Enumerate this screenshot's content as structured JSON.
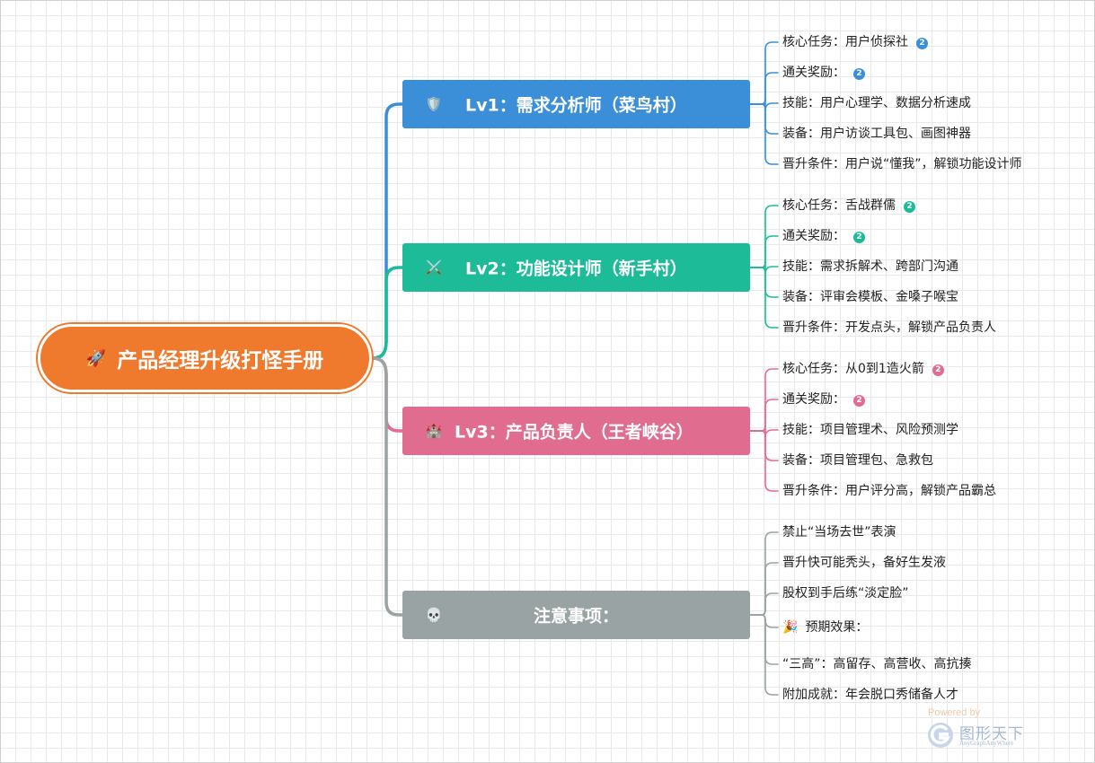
{
  "colors": {
    "root": "#ef7a2d",
    "lv1": "#3a8fd8",
    "lv2": "#1dbb98",
    "lv3": "#e06d8f",
    "notes": "#9aa3a3"
  },
  "root": {
    "icon": "rocket-icon",
    "icon_glyph": "🚀",
    "label": "产品经理升级打怪手册"
  },
  "branches": [
    {
      "id": "lv1",
      "icon": "shield-icon",
      "icon_glyph": "🛡️",
      "label": "Lv1：需求分析师（菜鸟村）",
      "items": [
        {
          "text": "核心任务：用户侦探社",
          "badge": "2"
        },
        {
          "text": "通关奖励：",
          "badge": "2"
        },
        {
          "text": "技能：用户心理学、数据分析速成"
        },
        {
          "text": "装备：用户访谈工具包、画图神器"
        },
        {
          "text": "晋升条件：用户说“懂我”，解锁功能设计师"
        }
      ]
    },
    {
      "id": "lv2",
      "icon": "crossed-swords-icon",
      "icon_glyph": "⚔️",
      "label": "Lv2：功能设计师（新手村）",
      "items": [
        {
          "text": "核心任务：舌战群儒",
          "badge": "2"
        },
        {
          "text": "通关奖励：",
          "badge": "2"
        },
        {
          "text": "技能：需求拆解术、跨部门沟通"
        },
        {
          "text": "装备：评审会模板、金嗓子喉宝"
        },
        {
          "text": "晋升条件：开发点头，解锁产品负责人"
        }
      ]
    },
    {
      "id": "lv3",
      "icon": "castle-icon",
      "icon_glyph": "🏰",
      "label": "Lv3：产品负责人（王者峡谷）",
      "items": [
        {
          "text": "核心任务：从0到1造火箭",
          "badge": "2"
        },
        {
          "text": "通关奖励：",
          "badge": "2"
        },
        {
          "text": "技能：项目管理术、风险预测学"
        },
        {
          "text": "装备：项目管理包、急救包"
        },
        {
          "text": "晋升条件：用户评分高，解锁产品霸总"
        }
      ]
    },
    {
      "id": "notes",
      "icon": "skull-icon",
      "icon_glyph": "💀",
      "label": "注意事项：",
      "items": [
        {
          "text": "禁止“当场去世”表演"
        },
        {
          "text": "晋升快可能秃头，备好生发液"
        },
        {
          "text": "股权到手后练“淡定脸”"
        },
        {
          "text": "预期效果：",
          "icon": "party-popper-icon",
          "icon_glyph": "🎉"
        },
        {
          "text": "“三高”：高留存、高营收、高抗揍"
        },
        {
          "text": "附加成就：年会脱口秀储备人才"
        }
      ]
    }
  ],
  "watermark": {
    "powered": "Powered by",
    "brand": "图形天下",
    "brand_en": "AnyGraphAnyWhere"
  }
}
